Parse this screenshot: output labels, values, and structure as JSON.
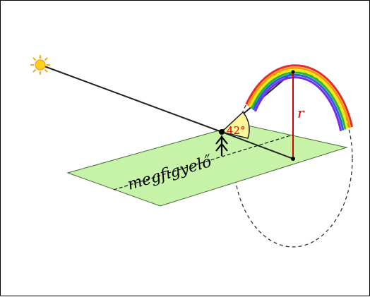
{
  "diagram": {
    "observer_label": "megfigyelő",
    "angle_label": "42°",
    "radius_label": "r",
    "colors": {
      "plane_fill": "#c6f3a8",
      "plane_stroke": "#4a6b3a",
      "angle_fill": "#fff69a",
      "sun": "#f5a623",
      "sun_core": "#ffd21a",
      "radius_line": "#d40000",
      "rainbow": [
        "#e52b2b",
        "#f59a00",
        "#f5e800",
        "#2bb52b",
        "#2b5fe5",
        "#7a2be5"
      ]
    },
    "icons": [
      "sun-icon",
      "observer-arrow-icon"
    ]
  }
}
